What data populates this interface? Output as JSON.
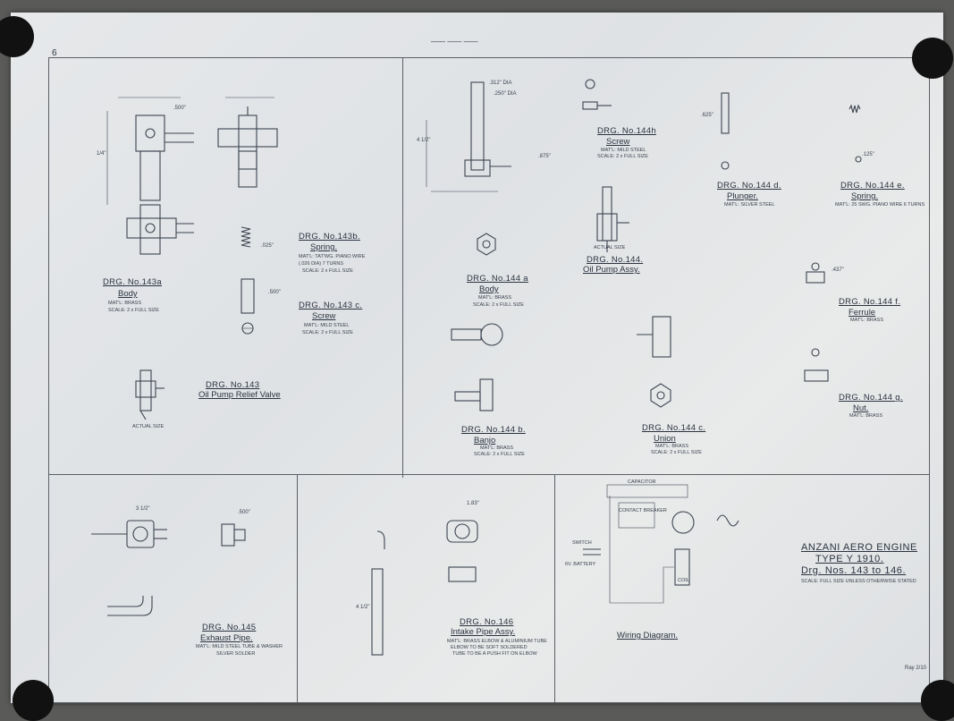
{
  "sheet": {
    "corner_number": "6",
    "top_title": "—— —— ——"
  },
  "drawings": {
    "d143a": {
      "title": "DRG. No.143a",
      "name": "Body",
      "matl": "MAT'L: BRASS",
      "scale": "SCALE: 2 x FULL SIZE"
    },
    "d143b": {
      "title": "DRG. No.143b.",
      "name": "Spring.",
      "matl": "MAT'L: TAT'WG. PIANO WIRE",
      "note": "(.026 DIA) 7 TURNS",
      "scale": "SCALE: 2 x FULL SIZE"
    },
    "d143c": {
      "title": "DRG. No.143 c.",
      "name": "Screw",
      "matl": "MAT'L: MILD STEEL",
      "scale": "SCALE: 2 x FULL SIZE"
    },
    "d143": {
      "title": "DRG. No.143",
      "name": "Oil Pump Relief Valve",
      "note": "ACTUAL SIZE"
    },
    "d144a": {
      "title": "DRG. No.144 a",
      "name": "Body",
      "matl": "MAT'L: BRASS",
      "scale": "SCALE: 2 x FULL SIZE"
    },
    "d144b": {
      "title": "DRG. No.144 b.",
      "name": "Banjo",
      "matl": "MAT'L: BRASS",
      "scale": "SCALE: 2 x FULL SIZE"
    },
    "d144": {
      "title": "DRG. No.144.",
      "name": "Oil Pump Assy.",
      "note": "ACTUAL SIZE"
    },
    "d144c": {
      "title": "DRG. No.144 c.",
      "name": "Union",
      "matl": "MAT'L: BRASS",
      "scale": "SCALE: 2 x FULL SIZE"
    },
    "d144h": {
      "title": "DRG. No.144h",
      "name": "Screw",
      "matl": "MAT'L: MILD STEEL",
      "scale": "SCALE: 2 x FULL SIZE"
    },
    "d144d": {
      "title": "DRG. No.144 d.",
      "name": "Plunger.",
      "matl": "MAT'L: SILVER STEEL"
    },
    "d144e": {
      "title": "DRG. No.144 e.",
      "name": "Spring.",
      "matl": "MAT'L: 25 SWG. PIANO WIRE 6 TURNS"
    },
    "d144f": {
      "title": "DRG. No.144 f.",
      "name": "Ferrule",
      "matl": "MAT'L: BRASS"
    },
    "d144g": {
      "title": "DRG. No.144 g.",
      "name": "Nut.",
      "matl": "MAT'L: BRASS"
    },
    "d145": {
      "title": "DRG. No.145",
      "name": "Exhaust Pipe.",
      "matl": "MAT'L: MILD STEEL TUBE & WASHER",
      "note": "SILVER SOLDER"
    },
    "d146": {
      "title": "DRG. No.146",
      "name": "Intake Pipe Assy.",
      "matl": "MAT'L: BRASS ELBOW & ALUMINIUM TUBE",
      "note1": "ELBOW TO BE SOFT SOLDERED",
      "note2": "TUBE TO BE A PUSH FIT ON ELBOW"
    },
    "wiring": {
      "name": "Wiring Diagram.",
      "capacitor": "CAPACITOR",
      "breaker": "CONTACT BREAKER",
      "switch": "SWITCH",
      "battery": "6V. BATTERY",
      "coil": "COIL"
    }
  },
  "title_block": {
    "line1": "ANZANI AERO ENGINE",
    "line2": "TYPE Y 1910.",
    "line3": "Drg. Nos. 143 to 146.",
    "line4": "SCALE: FULL SIZE UNLESS OTHERWISE STATED"
  },
  "dims": {
    "d1": ".312\" DIA",
    "d2": ".250\" DIA",
    "d3": "4 1/2\"",
    "d4": ".500\"",
    "d5": "1/4\"",
    "d6": ".875\"",
    "d7": ".625\"",
    "d8": ".125\"",
    "d9": "3 1/2\"",
    "d10": ".437\"",
    "d11": "1.83\"",
    "d12": ".025\""
  },
  "signature": "Ray 2/10"
}
